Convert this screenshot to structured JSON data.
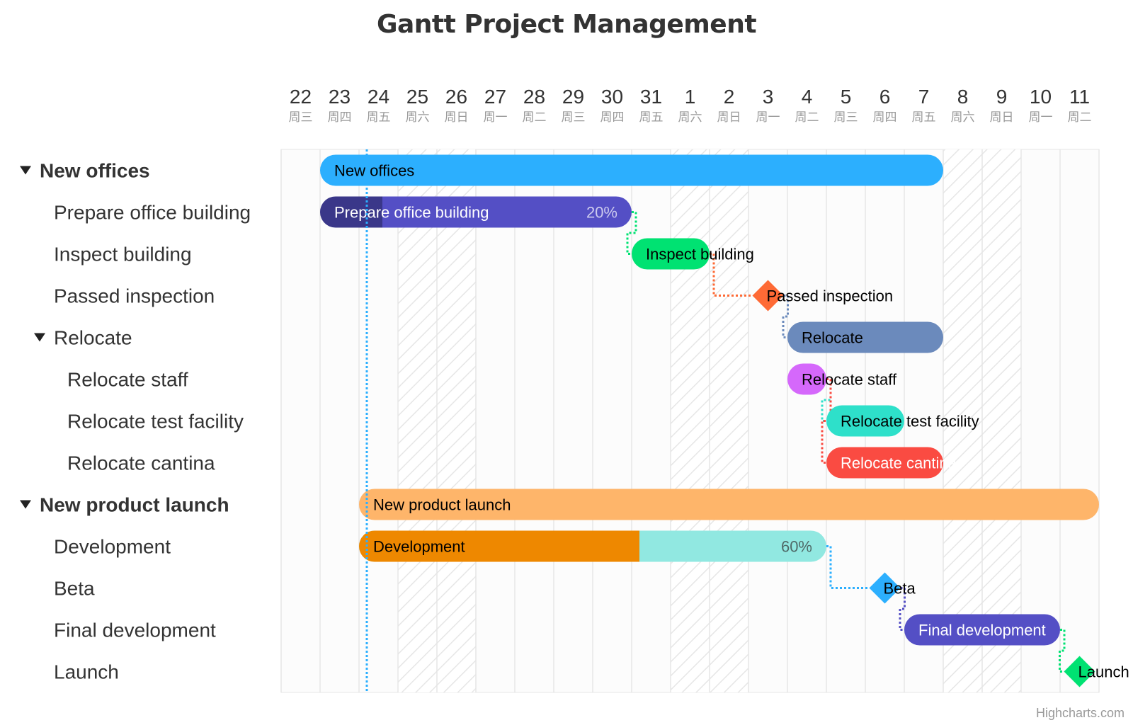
{
  "title": "Gantt Project Management",
  "credits": "Highcharts.com",
  "chart_data": {
    "type": "gantt",
    "title": "Gantt Project Management",
    "x_axis": {
      "days": [
        "22",
        "23",
        "24",
        "25",
        "26",
        "27",
        "28",
        "29",
        "30",
        "31",
        "1",
        "2",
        "3",
        "4",
        "5",
        "6",
        "7",
        "8",
        "9",
        "10",
        "11"
      ],
      "weekdays": [
        "周三",
        "周四",
        "周五",
        "周六",
        "周日",
        "周一",
        "周二",
        "周三",
        "周四",
        "周五",
        "周六",
        "周日",
        "周一",
        "周二",
        "周三",
        "周四",
        "周五",
        "周六",
        "周日",
        "周一",
        "周二"
      ],
      "weekend_day_indices": [
        3,
        4,
        10,
        11,
        17,
        18
      ],
      "today_index": 2.2
    },
    "tasks": [
      {
        "name": "New offices",
        "level": 0,
        "collapsible": true,
        "start": 1,
        "end": 17,
        "color": "#2caffe",
        "label_color": "#000000"
      },
      {
        "name": "Prepare office building",
        "level": 1,
        "start": 1,
        "end": 9,
        "color": "#544fc5",
        "completed": 0.2,
        "completed_label": "20%",
        "label_color": "#ffffff"
      },
      {
        "name": "Inspect building",
        "level": 1,
        "start": 9,
        "end": 11,
        "color": "#00e272",
        "label_color": "#000000"
      },
      {
        "name": "Passed inspection",
        "level": 1,
        "milestone": true,
        "start": 12.5,
        "color": "#fe6a35",
        "label_color": "#000000"
      },
      {
        "name": "Relocate",
        "level": 1,
        "collapsible": true,
        "start": 13,
        "end": 17,
        "color": "#6b8abc",
        "label_color": "#000000"
      },
      {
        "name": "Relocate staff",
        "level": 2,
        "start": 13,
        "end": 14,
        "color": "#d568fb",
        "label_color": "#000000"
      },
      {
        "name": "Relocate test facility",
        "level": 2,
        "start": 14,
        "end": 16,
        "color": "#2ee0ca",
        "label_color": "#000000"
      },
      {
        "name": "Relocate cantina",
        "level": 2,
        "start": 14,
        "end": 17,
        "color": "#fa4b42",
        "label_color": "#ffffff"
      },
      {
        "name": "New product launch",
        "level": 0,
        "collapsible": true,
        "start": 2,
        "end": 21,
        "color": "#feb56a",
        "label_color": "#000000"
      },
      {
        "name": "Development",
        "level": 1,
        "start": 2,
        "end": 14,
        "color": "#91e8e1",
        "completed": 0.6,
        "completed_color": "#ee8800",
        "completed_label": "60%",
        "label_color": "#000000"
      },
      {
        "name": "Beta",
        "level": 1,
        "milestone": true,
        "start": 15.5,
        "color": "#2caffe",
        "label_color": "#000000"
      },
      {
        "name": "Final development",
        "level": 1,
        "start": 16,
        "end": 20,
        "color": "#544fc5",
        "label_color": "#ffffff"
      },
      {
        "name": "Launch",
        "level": 1,
        "milestone": true,
        "start": 20.5,
        "color": "#00e272",
        "label_color": "#000000"
      }
    ],
    "dependencies": [
      {
        "from": "Prepare office building",
        "to": "Inspect building",
        "color": "#00e272"
      },
      {
        "from": "Inspect building",
        "to": "Passed inspection",
        "color": "#fe6a35"
      },
      {
        "from": "Passed inspection",
        "to": "Relocate",
        "color": "#6b8abc"
      },
      {
        "from": "Relocate staff",
        "to": "Relocate test facility",
        "color": "#2ee0ca"
      },
      {
        "from": "Relocate staff",
        "to": "Relocate cantina",
        "color": "#fa4b42"
      },
      {
        "from": "Development",
        "to": "Beta",
        "color": "#2caffe"
      },
      {
        "from": "Beta",
        "to": "Final development",
        "color": "#544fc5"
      },
      {
        "from": "Final development",
        "to": "Launch",
        "color": "#00e272"
      }
    ]
  }
}
